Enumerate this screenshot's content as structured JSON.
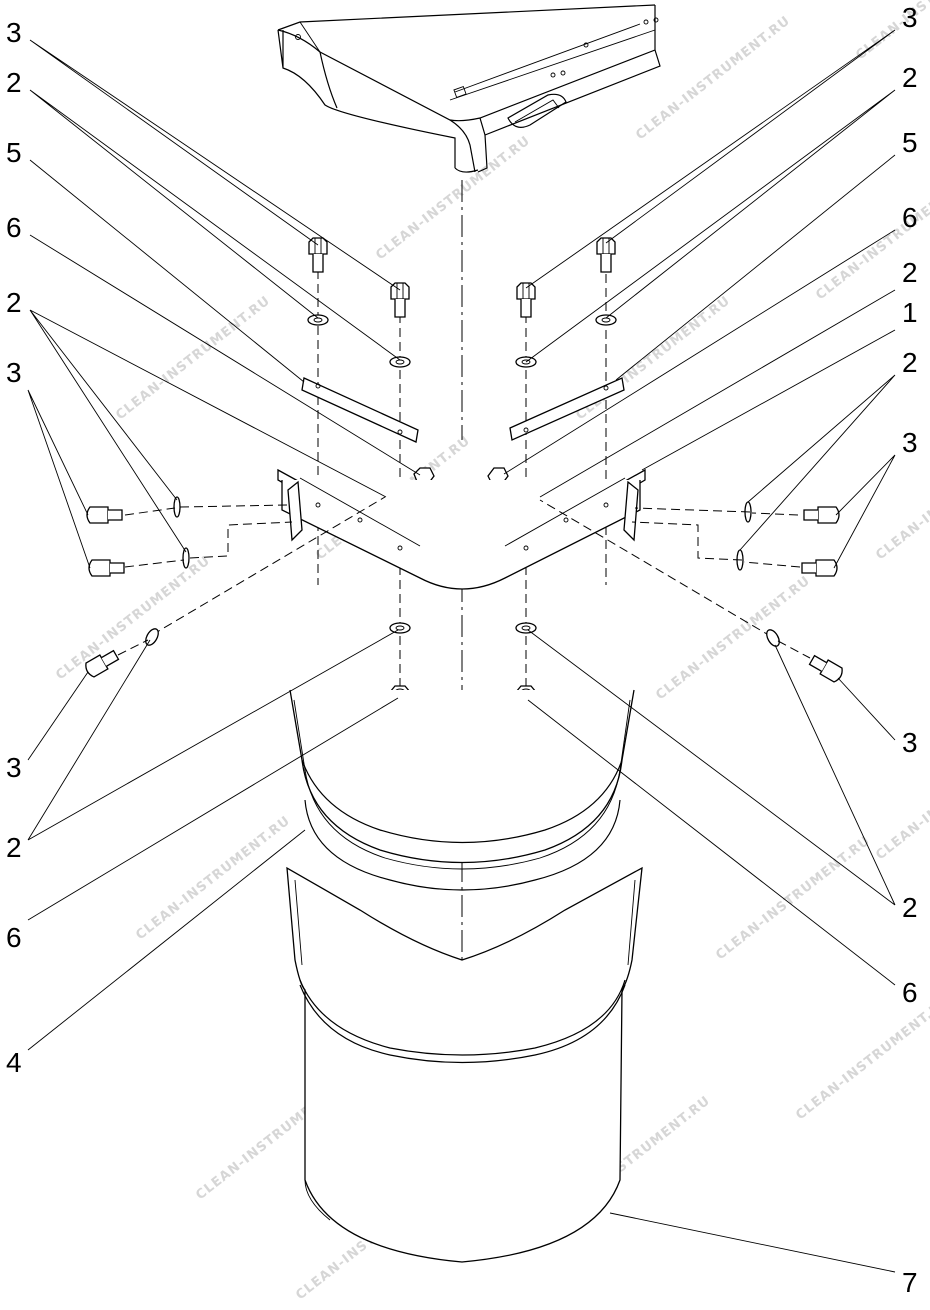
{
  "watermark_text": "CLEAN-INSTRUMENT.RU",
  "callouts": {
    "left_3_top": "3",
    "left_2_top": "2",
    "left_5": "5",
    "left_6_top": "6",
    "left_2_mid": "2",
    "left_3_mid": "3",
    "left_3_low": "3",
    "left_2_low": "2",
    "left_6_low": "6",
    "left_4": "4",
    "right_3_top": "3",
    "right_2_top": "2",
    "right_5": "5",
    "right_6_top": "6",
    "right_2_mid": "2",
    "right_1": "1",
    "right_2_side": "2",
    "right_3_side": "3",
    "right_3_low": "3",
    "right_2_low": "2",
    "right_6_low": "6",
    "right_7": "7"
  },
  "colors": {
    "line": "#000000",
    "background": "#ffffff",
    "watermark": "#d6d6d6"
  }
}
